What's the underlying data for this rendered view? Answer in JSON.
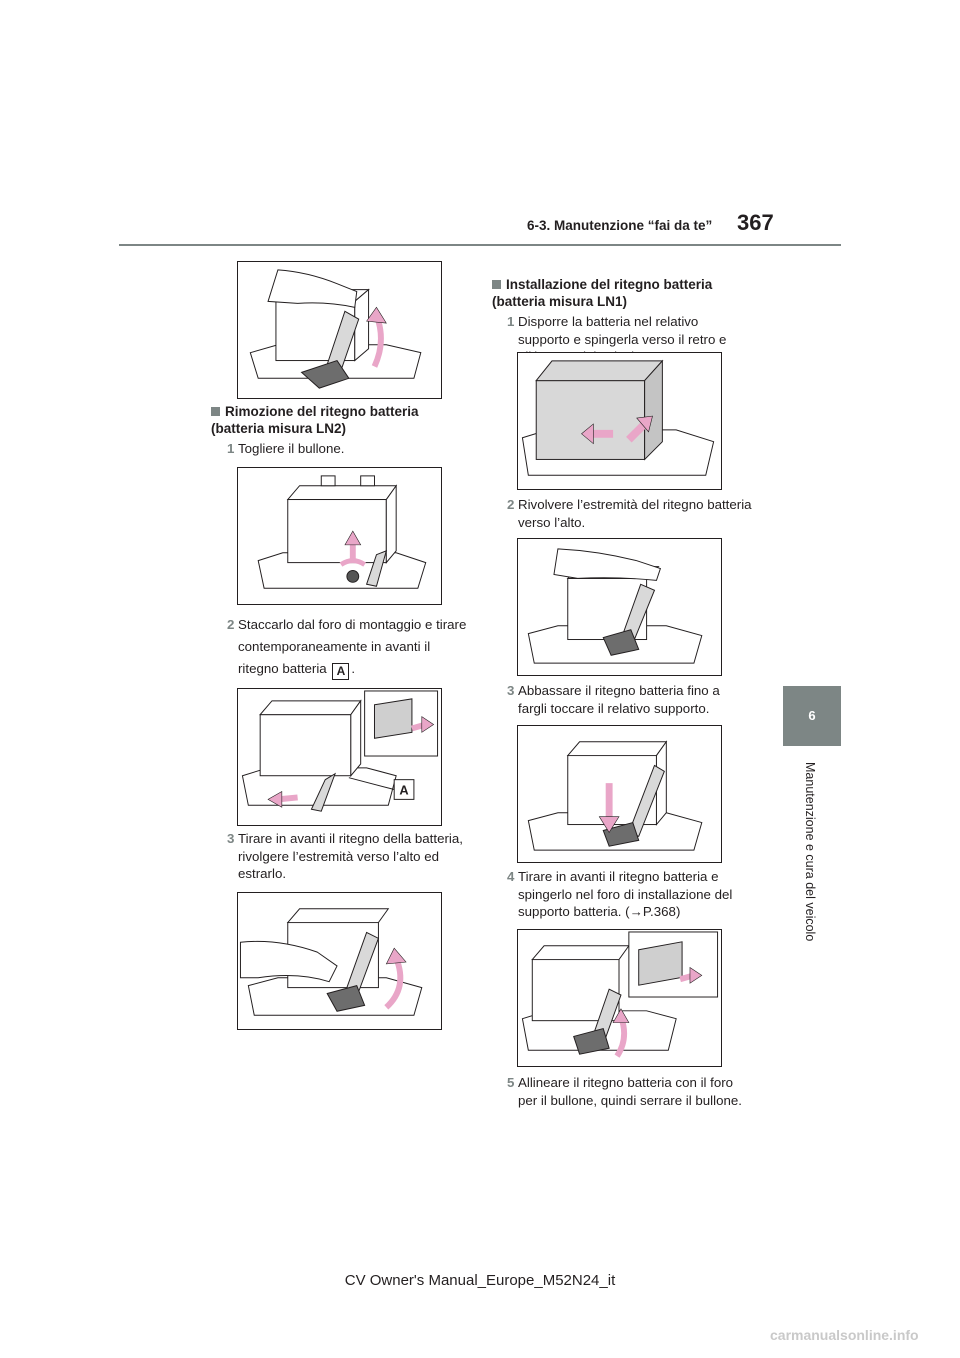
{
  "header": {
    "section": "6-3. Manutenzione “fai da te”",
    "page_number": "367"
  },
  "side_tab": {
    "chapter_number": "6",
    "chapter_title": "Manutenzione e cura del veicolo"
  },
  "left_column": {
    "heading": "Rimozione del ritegno batteria (batteria misura LN2)",
    "steps": [
      {
        "num": "1",
        "text": "Togliere il bullone."
      },
      {
        "num": "2",
        "text_before": "Staccarlo dal foro di montaggio e tirare contemporaneamente in avanti il ritegno batteria",
        "ref": "A",
        "text_after": "."
      },
      {
        "num": "3",
        "text": "Tirare in avanti il ritegno della batteria, rivolgere l’estremità verso l’alto ed estrarlo."
      }
    ],
    "figure_label": "A"
  },
  "right_column": {
    "heading": "Installazione del ritegno batteria (batteria misura LN1)",
    "steps": [
      {
        "num": "1",
        "text": "Disporre la batteria nel relativo supporto e spingerla verso il retro e all’interno del veicolo."
      },
      {
        "num": "2",
        "text": "Rivolvere l’estremità del ritegno batteria verso l’alto."
      },
      {
        "num": "3",
        "text": "Abbassare il ritegno batteria fino a fargli toccare il relativo supporto."
      },
      {
        "num": "4",
        "text": "Tirare in avanti il ritegno batteria e spingerlo nel foro di installazione del supporto batteria. (→P.368)"
      },
      {
        "num": "5",
        "text": "Allineare il ritegno batteria con il foro per il bullone, quindi serrare il bullone."
      }
    ]
  },
  "footer": "CV Owner's Manual_Europe_M52N24_it",
  "watermark": "carmanualsonline.info",
  "colors": {
    "accent_gray": "#7d8685",
    "arrow_pink": "#e9a6c8",
    "text": "#231f20"
  }
}
